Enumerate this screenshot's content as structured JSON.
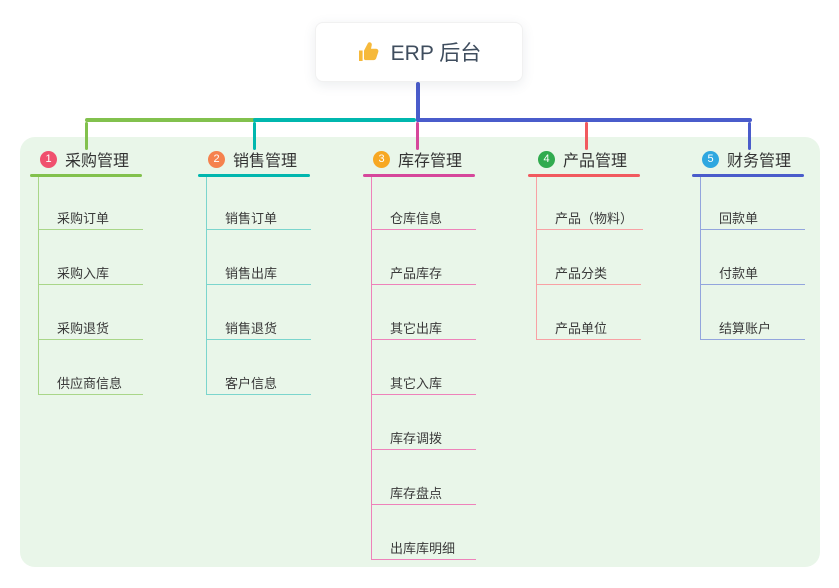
{
  "root": {
    "title": "ERP 后台",
    "icon": "thumbs-up-icon",
    "icon_color": "#f6b93b",
    "text_color": "#3f4d5e"
  },
  "canvas": {
    "page_bg": "#ffffff",
    "panel_bg": "#e9f6e9",
    "root_connector_color": "#4a5ccb"
  },
  "branches": [
    {
      "index": "1",
      "label": "采购管理",
      "badge_color": "#f0506e",
      "line_color": "#82c14d",
      "item_line_color": "#a9d689",
      "items": [
        "采购订单",
        "采购入库",
        "采购退货",
        "供应商信息"
      ]
    },
    {
      "index": "2",
      "label": "销售管理",
      "badge_color": "#f5824e",
      "line_color": "#00b7ae",
      "item_line_color": "#7bd5cd",
      "items": [
        "销售订单",
        "销售出库",
        "销售退货",
        "客户信息"
      ]
    },
    {
      "index": "3",
      "label": "库存管理",
      "badge_color": "#f7a823",
      "line_color": "#d6479b",
      "item_line_color": "#ee82ba",
      "items": [
        "仓库信息",
        "产品库存",
        "其它出库",
        "其它入库",
        "库存调拨",
        "库存盘点",
        "出库库明细"
      ]
    },
    {
      "index": "4",
      "label": "产品管理",
      "badge_color": "#31ab4f",
      "line_color": "#f15a5f",
      "item_line_color": "#f8a1a4",
      "items": [
        "产品（物料）",
        "产品分类",
        "产品单位"
      ]
    },
    {
      "index": "5",
      "label": "财务管理",
      "badge_color": "#2ea7e0",
      "line_color": "#4a5ccb",
      "item_line_color": "#93a5dd",
      "items": [
        "回款单",
        "付款单",
        "结算账户"
      ]
    }
  ]
}
